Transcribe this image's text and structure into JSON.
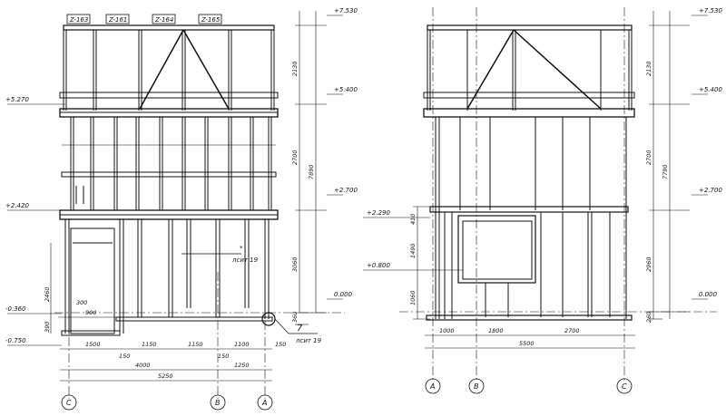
{
  "left_view": {
    "frame_tags": [
      "Z-163",
      "Z-161",
      "Z-164",
      "Z-165"
    ],
    "elevations_left": [
      "+5.270",
      "+2.420",
      "-0.360",
      "-0.750"
    ],
    "elevations_right": [
      "+7.530",
      "+5.400",
      "+2.700",
      "0.000"
    ],
    "vertical_dims": [
      "2130",
      "2700",
      "7890",
      "3060",
      "360"
    ],
    "left_vertical_dims": [
      "2460",
      "390"
    ],
    "small_dims": [
      "300",
      "900"
    ],
    "horizontal_dims": [
      "1500",
      "1150",
      "1150",
      "1100",
      "150"
    ],
    "sub_dims": [
      "150",
      "150"
    ],
    "overall_dims": [
      "4000",
      "1250"
    ],
    "total_dim": "5250",
    "note_star": "*",
    "note_sheet": "лсит 19",
    "callout_number": "7",
    "callout_sheet": "лсит 19",
    "axes": [
      "C",
      "B",
      "A"
    ]
  },
  "right_view": {
    "elevations_left": [
      "+2.290",
      "+0.800"
    ],
    "elevations_right": [
      "+7.530",
      "+5.400",
      "+2.700",
      "0.000"
    ],
    "vertical_dims": [
      "2130",
      "2700",
      "7790",
      "2960",
      "260"
    ],
    "left_vertical_dims": [
      "410",
      "1490",
      "1060"
    ],
    "horizontal_dims": [
      "1000",
      "1800",
      "2700"
    ],
    "total_dim": "5500",
    "axes": [
      "A",
      "B",
      "C"
    ]
  }
}
